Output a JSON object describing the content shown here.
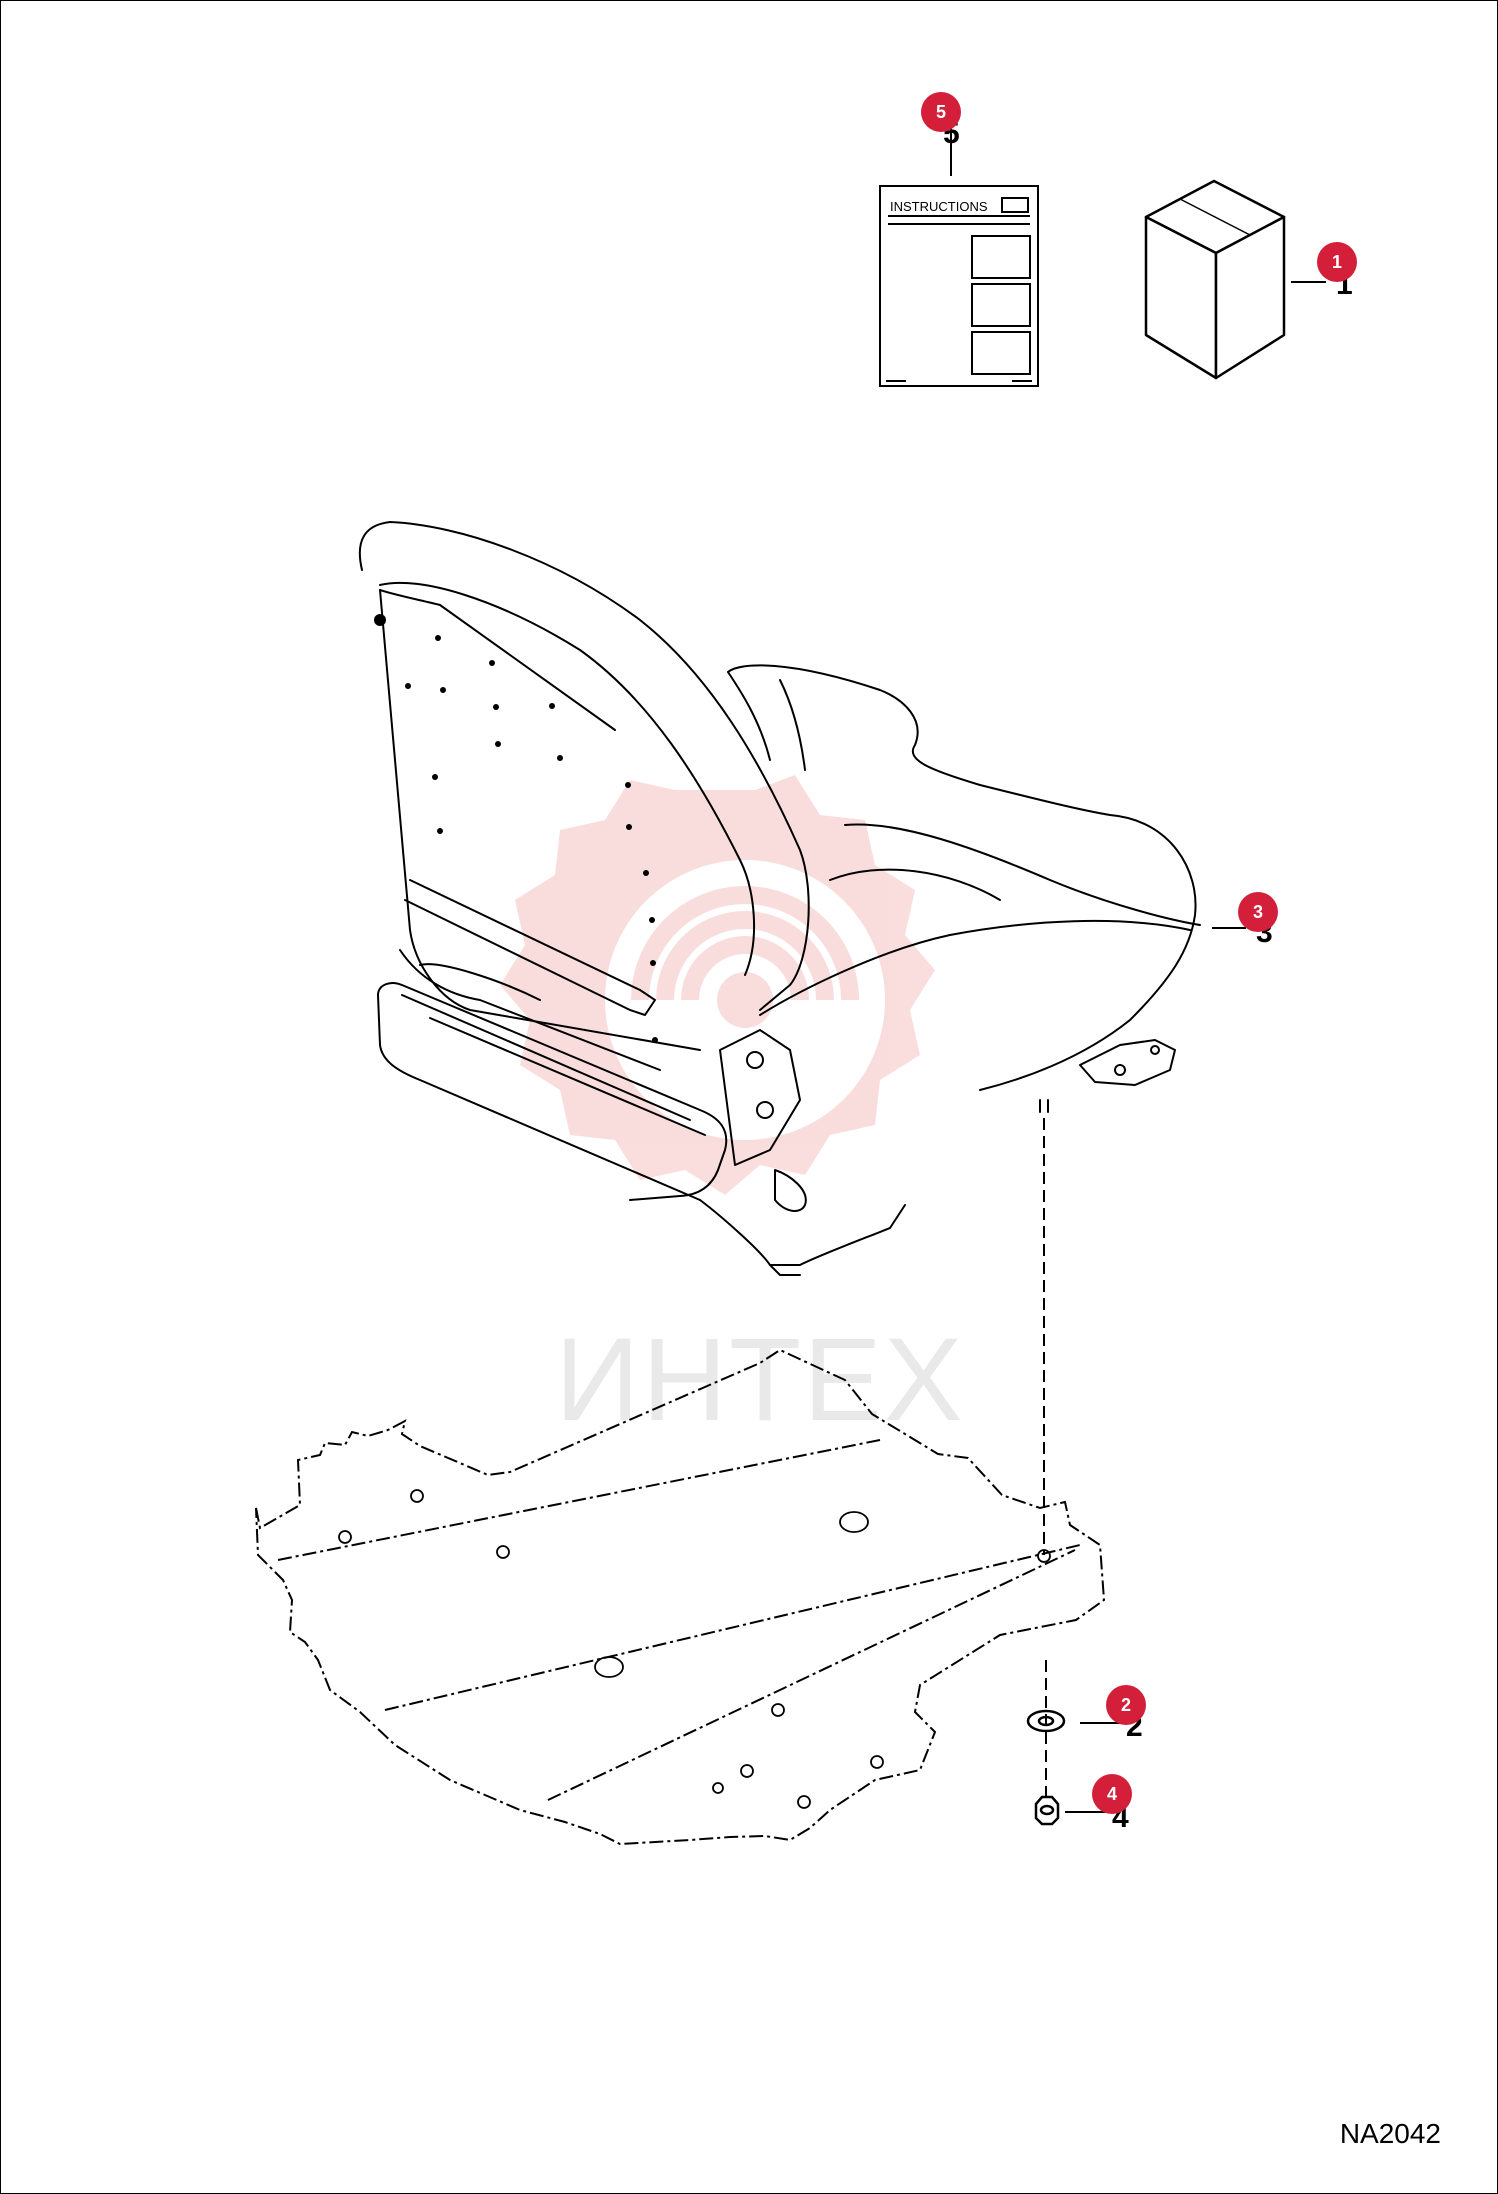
{
  "diagram_code": "NA2042",
  "watermark_text": "ИНТЕХ",
  "instructions_label": "INSTRUCTIONS",
  "callouts": [
    {
      "id": "1",
      "ref": "1"
    },
    {
      "id": "2",
      "ref": "2"
    },
    {
      "id": "3",
      "ref": "3"
    },
    {
      "id": "4",
      "ref": "4"
    },
    {
      "id": "5",
      "ref": "5"
    }
  ],
  "colors": {
    "callout_fill": "#d41f3a",
    "line": "#000000",
    "watermark": "#f2b8b8"
  }
}
